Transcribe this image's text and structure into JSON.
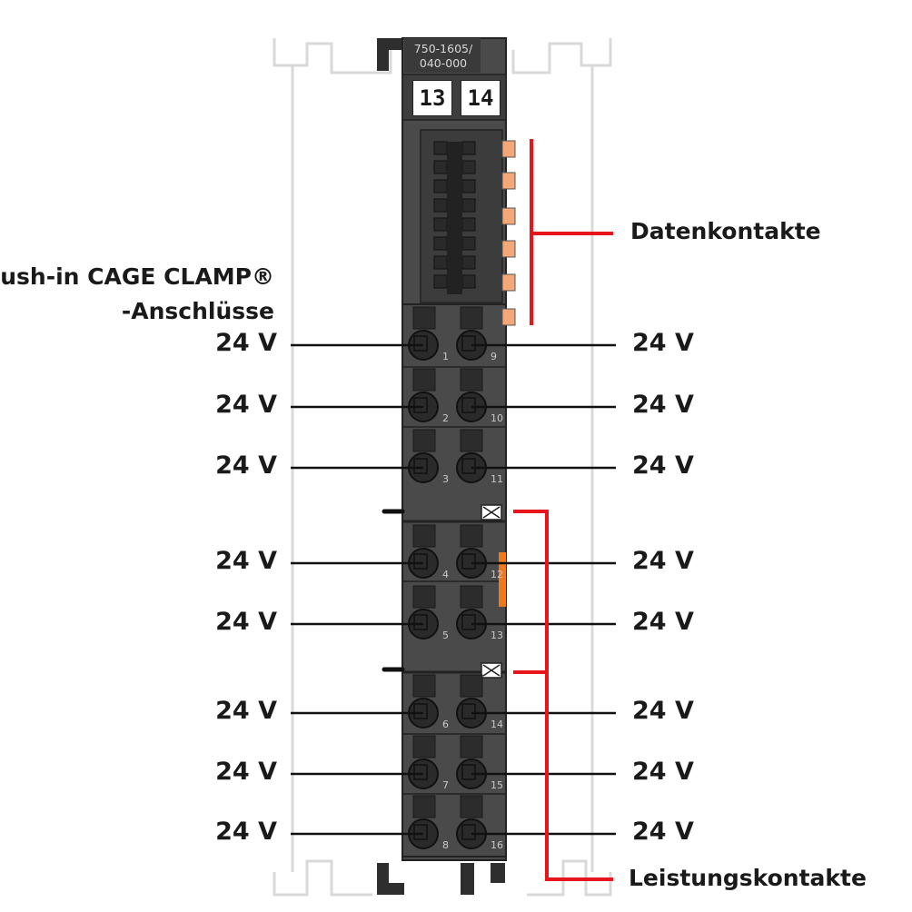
{
  "module": {
    "part_number_line1": "750-1605/",
    "part_number_line2": "040-000",
    "marker_left": "13",
    "marker_right": "14"
  },
  "labels": {
    "data_contacts": "Datenkontakte",
    "power_contacts": "Leistungskontakte",
    "connection_line1": "Push-in CAGE CLAMP®",
    "connection_line2": "-Anschlüsse"
  },
  "terminals_left": [
    {
      "number": "1",
      "voltage": "24 V"
    },
    {
      "number": "2",
      "voltage": "24 V"
    },
    {
      "number": "3",
      "voltage": "24 V"
    },
    {
      "number": "4",
      "voltage": "24 V"
    },
    {
      "number": "5",
      "voltage": "24 V"
    },
    {
      "number": "6",
      "voltage": "24 V"
    },
    {
      "number": "7",
      "voltage": "24 V"
    },
    {
      "number": "8",
      "voltage": "24 V"
    }
  ],
  "terminals_right": [
    {
      "number": "9",
      "voltage": "24 V"
    },
    {
      "number": "10",
      "voltage": "24 V"
    },
    {
      "number": "11",
      "voltage": "24 V"
    },
    {
      "number": "12",
      "voltage": "24 V"
    },
    {
      "number": "13",
      "voltage": "24 V"
    },
    {
      "number": "14",
      "voltage": "24 V"
    },
    {
      "number": "15",
      "voltage": "24 V"
    },
    {
      "number": "16",
      "voltage": "24 V"
    }
  ],
  "colors": {
    "housing": "#4a4a4a",
    "housing_dark": "#2b2b2b",
    "callout_red": "#e8151b",
    "data_contact": "#f4a878",
    "power_contact": "#f07a1a",
    "rail_outline": "#d9d9d9"
  }
}
